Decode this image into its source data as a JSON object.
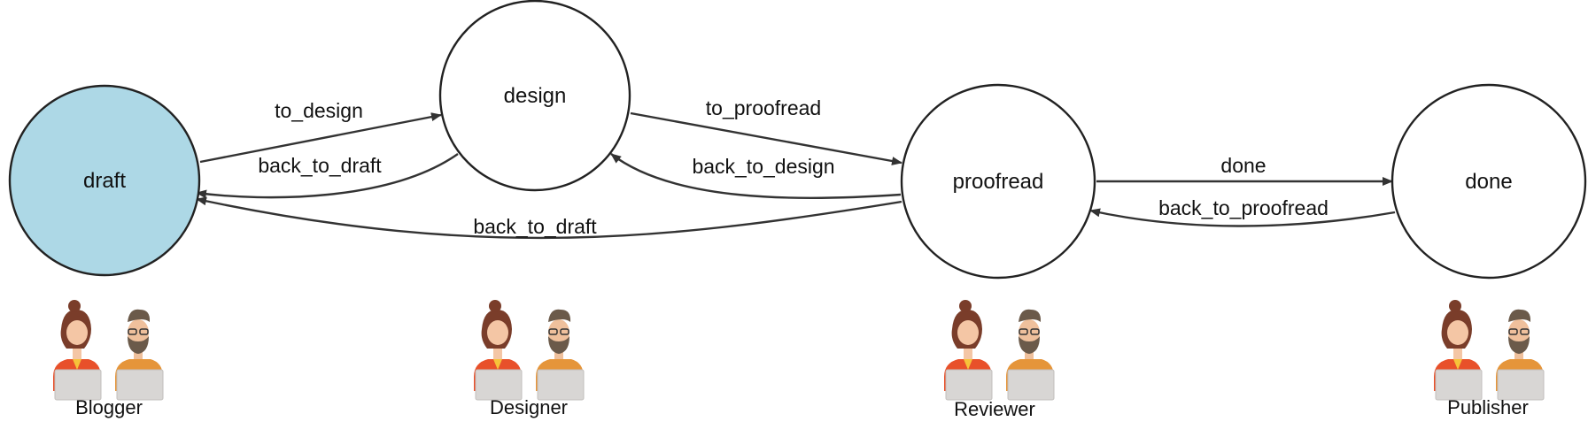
{
  "colors": {
    "initial_state_fill": "#add8e6",
    "state_fill": "#ffffff",
    "stroke": "#2a2a2a",
    "female_skin": "#f4c6a5",
    "female_hair": "#7a3d2a",
    "female_shirt": "#e8502a",
    "male_skin": "#efc09c",
    "male_hair": "#6b5a4a",
    "male_shirt": "#e5953a",
    "laptop": "#d8d6d4"
  },
  "states": [
    {
      "id": "draft",
      "label": "draft",
      "initial": true
    },
    {
      "id": "design",
      "label": "design",
      "initial": false
    },
    {
      "id": "proofread",
      "label": "proofread",
      "initial": false
    },
    {
      "id": "done",
      "label": "done",
      "initial": false
    }
  ],
  "transitions": [
    {
      "from": "draft",
      "to": "design",
      "label": "to_design"
    },
    {
      "from": "design",
      "to": "draft",
      "label": "back_to_draft"
    },
    {
      "from": "design",
      "to": "proofread",
      "label": "to_proofread"
    },
    {
      "from": "proofread",
      "to": "design",
      "label": "back_to_design"
    },
    {
      "from": "proofread",
      "to": "draft",
      "label": "back_to_draft"
    },
    {
      "from": "proofread",
      "to": "done",
      "label": "done"
    },
    {
      "from": "done",
      "to": "proofread",
      "label": "back_to_proofread"
    }
  ],
  "roles": [
    {
      "state": "draft",
      "label": "Blogger",
      "icon": "people-pair-icon"
    },
    {
      "state": "design",
      "label": "Designer",
      "icon": "people-pair-icon"
    },
    {
      "state": "proofread",
      "label": "Reviewer",
      "icon": "people-pair-icon"
    },
    {
      "state": "done",
      "label": "Publisher",
      "icon": "people-pair-icon"
    }
  ]
}
